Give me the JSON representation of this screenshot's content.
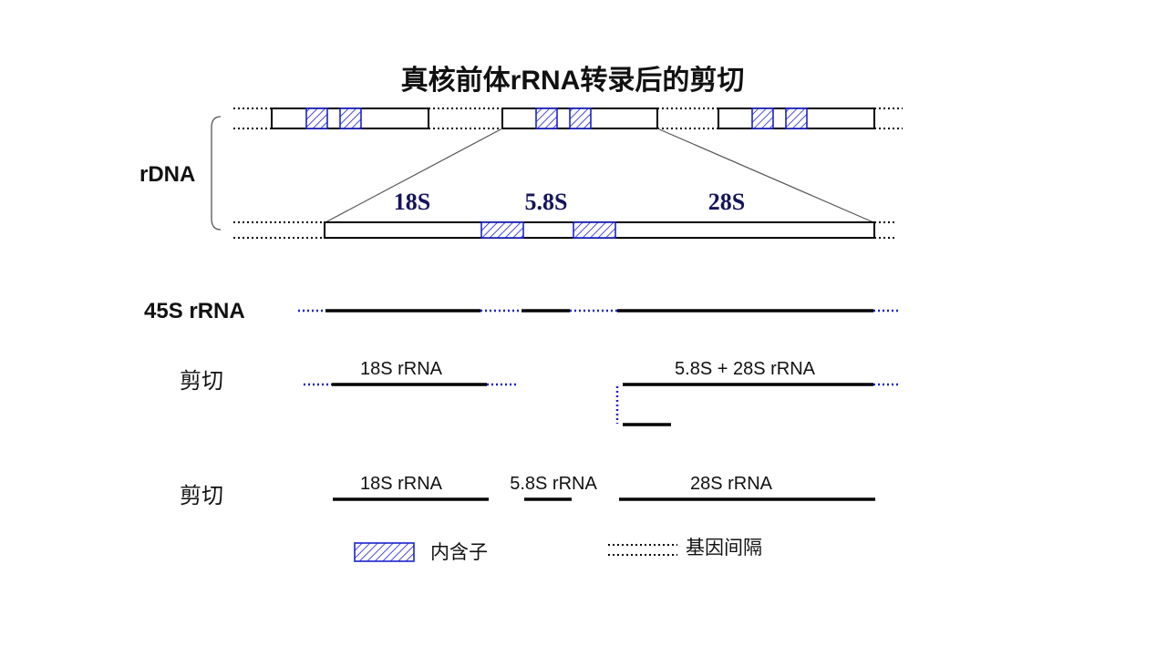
{
  "title": "真核前体rRNA转录后的剪切",
  "labels": {
    "rdna": "rDNA",
    "s45": "45S rRNA",
    "cut1": "剪切",
    "cut2": "剪切"
  },
  "gene_labels": {
    "s18": "18S",
    "s58": "5.8S",
    "s28": "28S"
  },
  "products": {
    "step1_a": "18S rRNA",
    "step1_b": "5.8S + 28S rRNA",
    "step2_a": "18S rRNA",
    "step2_b": "5.8S rRNA",
    "step2_c": "28S rRNA"
  },
  "legend": {
    "intron": "内含子",
    "spacer": "基因间隔"
  },
  "colors": {
    "intron_blue": "#1a22cc",
    "gene_label_navy": "#14145a",
    "line": "#000000"
  }
}
